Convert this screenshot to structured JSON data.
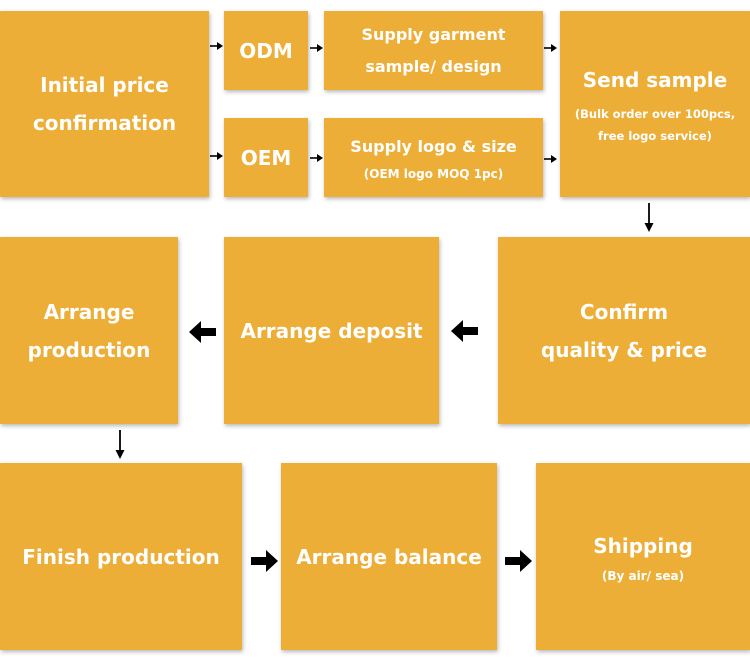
{
  "colors": {
    "box": "#EDAE37",
    "text": "#FFFFFF",
    "arrow": "#000000"
  },
  "steps": {
    "initial": {
      "line1": "Initial price",
      "line2": "confirmation"
    },
    "odm": {
      "label": "ODM"
    },
    "oem": {
      "label": "OEM"
    },
    "supply_sample": {
      "line1": "Supply garment",
      "line2": "sample/ design"
    },
    "supply_logo": {
      "line1": "Supply logo & size",
      "note": "(OEM logo MOQ 1pc)"
    },
    "send_sample": {
      "title": "Send sample",
      "note1": "(Bulk order over 100pcs,",
      "note2": "free logo service)"
    },
    "confirm": {
      "line1": "Confirm",
      "line2": "quality & price"
    },
    "deposit": {
      "label": "Arrange deposit"
    },
    "production": {
      "line1": "Arrange",
      "line2": "production"
    },
    "finish": {
      "label": "Finish production"
    },
    "balance": {
      "label": "Arrange balance"
    },
    "shipping": {
      "title": "Shipping",
      "note": "(By air/ sea)"
    }
  }
}
